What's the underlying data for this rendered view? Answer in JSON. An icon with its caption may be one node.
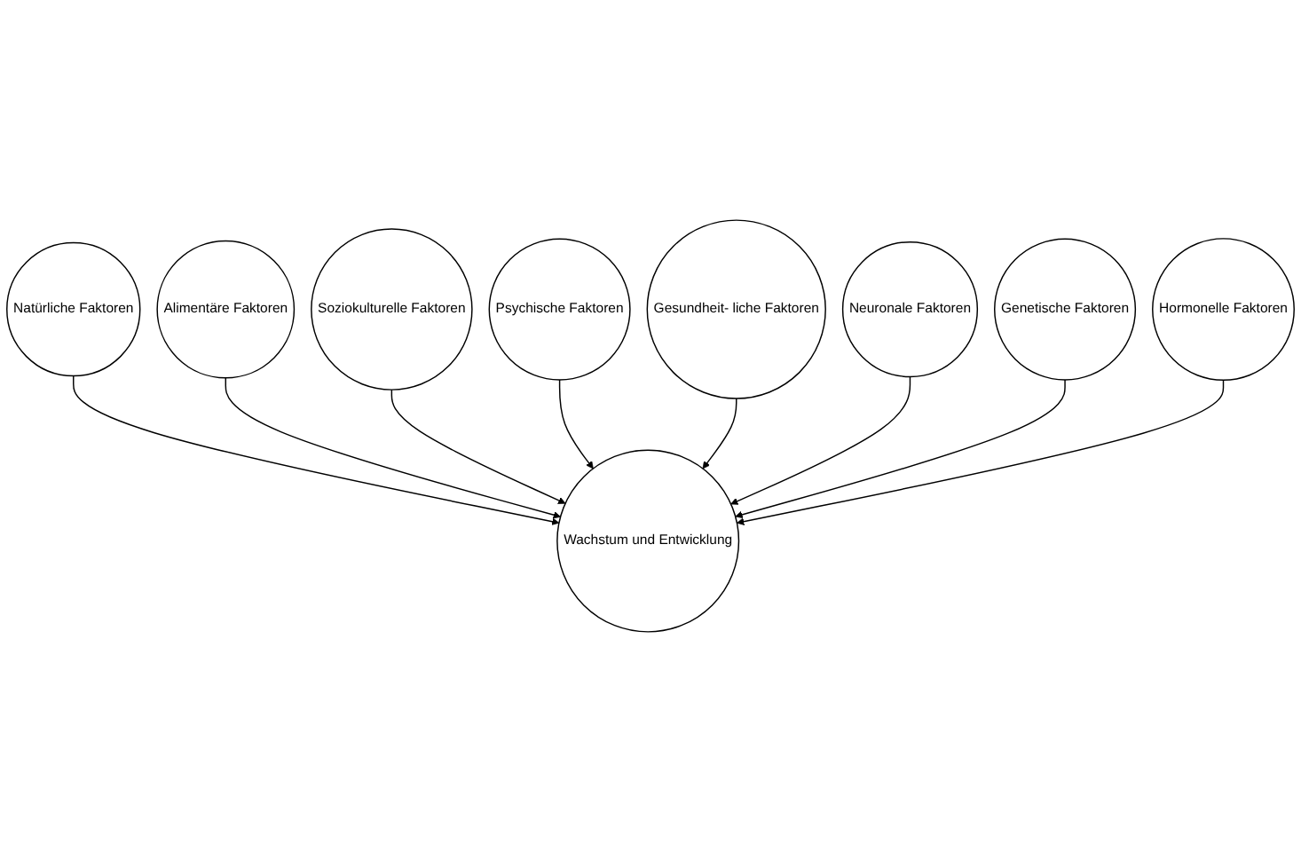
{
  "diagram": {
    "nodes": [
      {
        "text": [
          "Natürliche Faktoren"
        ]
      },
      {
        "text": [
          "Alimentäre Faktoren"
        ]
      },
      {
        "text": [
          "Soziokulturelle Faktoren"
        ]
      },
      {
        "text": [
          "Psychische Faktoren"
        ]
      },
      {
        "text": [
          "Wachstum und Entwicklung"
        ]
      },
      {
        "text": [
          "Gesundheit- liche Faktoren"
        ]
      },
      {
        "text": [
          "Neuronale Faktoren"
        ]
      },
      {
        "text": [
          "Genetische Faktoren"
        ]
      },
      {
        "text": [
          "Hormonelle Faktoren"
        ]
      }
    ],
    "edges": [
      {
        "from": 0,
        "to": 4,
        "arrow": "to"
      },
      {
        "from": 1,
        "to": 4,
        "arrow": "to"
      },
      {
        "from": 2,
        "to": 4,
        "arrow": "to"
      },
      {
        "from": 3,
        "to": 4,
        "arrow": "to"
      },
      {
        "from": 5,
        "to": 4,
        "arrow": "to"
      },
      {
        "from": 6,
        "to": 4,
        "arrow": "to"
      },
      {
        "from": 7,
        "to": 4,
        "arrow": "to"
      },
      {
        "from": 8,
        "to": 4,
        "arrow": "to"
      }
    ]
  }
}
